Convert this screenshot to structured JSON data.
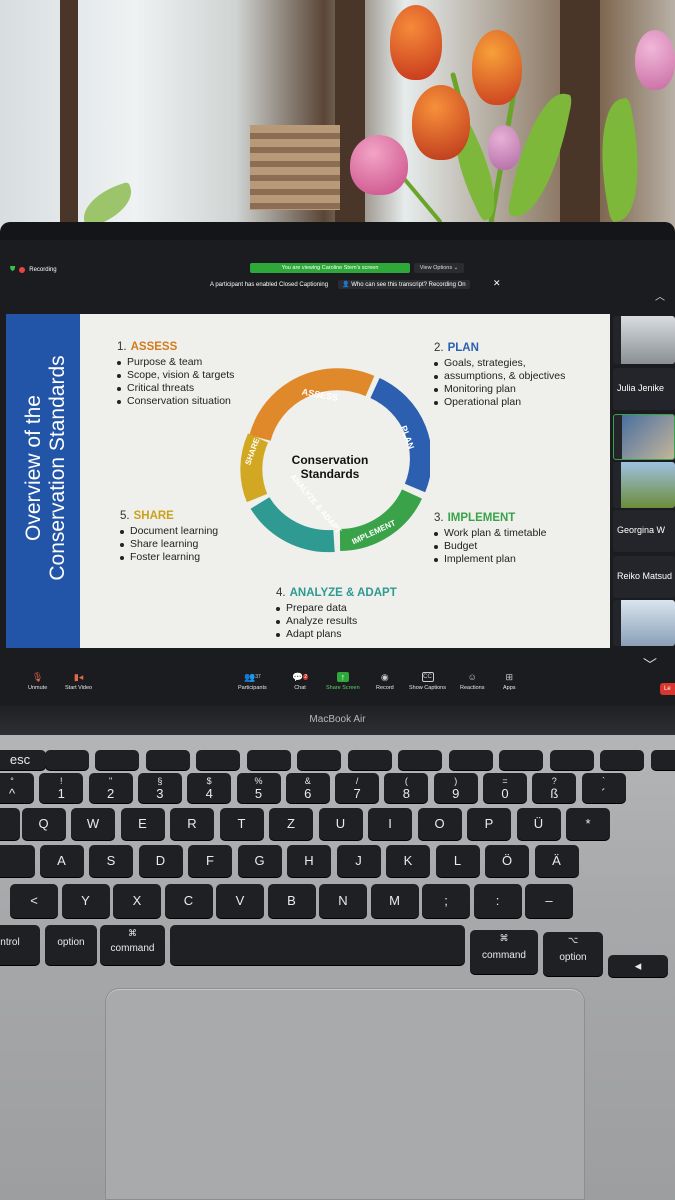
{
  "meeting": {
    "recording_label": "Recording",
    "viewing_banner": "You are viewing Caroline Stem's screen",
    "view_options": "View Options",
    "cc_notice": "A participant has enabled Closed Captioning",
    "cc_transcript": "Who can see this transcript? Recording On",
    "close_glyph": "✕"
  },
  "slide": {
    "title_line1": "Overview of the",
    "title_line2": "Conservation Standards",
    "center_line1": "Conservation",
    "center_line2": "Standards",
    "arc_labels": [
      "ASSESS",
      "PLAN",
      "IMPLEMENT",
      "ANALYZE & ADAPT",
      "SHARE"
    ],
    "sections": {
      "assess": {
        "num": "1.",
        "title": "ASSESS",
        "items": [
          "Purpose & team",
          "Scope, vision & targets",
          "Critical threats",
          "Conservation situation"
        ]
      },
      "plan": {
        "num": "2.",
        "title": "PLAN",
        "items": [
          "Goals, strategies,",
          "assumptions, & objectives",
          "Monitoring plan",
          "Operational plan"
        ]
      },
      "implement": {
        "num": "3.",
        "title": "IMPLEMENT",
        "items": [
          "Work plan & timetable",
          "Budget",
          "Implement plan"
        ]
      },
      "analyze": {
        "num": "4.",
        "title": "ANALYZE & ADAPT",
        "items": [
          "Prepare data",
          "Analyze results",
          "Adapt plans"
        ]
      },
      "share": {
        "num": "5.",
        "title": "SHARE",
        "items": [
          "Document learning",
          "Share learning",
          "Foster learning"
        ]
      }
    },
    "colors": {
      "assess": "#d37a1d",
      "plan": "#2c5fb0",
      "implement": "#3aa34a",
      "analyze": "#2e9a92",
      "share": "#c9a21b",
      "sidebar": "#2254a8"
    }
  },
  "participants": [
    "Julia Jenike",
    "Georgina W",
    "Reiko Matsud"
  ],
  "toolbar": {
    "unmute": "Unmute",
    "start_video": "Start Video",
    "participants": "Participants",
    "participants_count": "37",
    "chat": "Chat",
    "chat_badge": "2",
    "share_screen": "Share Screen",
    "record": "Record",
    "show_captions": "Show Captions",
    "reactions": "Reactions",
    "apps": "Apps",
    "leave": "Le"
  },
  "laptop": {
    "brand": "MacBook Air"
  },
  "keyboard": {
    "row0": [
      "esc",
      "",
      "",
      "",
      "",
      "",
      "",
      "",
      "",
      "",
      "",
      "",
      "",
      ""
    ],
    "row1": [
      [
        "^",
        "°"
      ],
      [
        "1",
        "!"
      ],
      [
        "2",
        "\""
      ],
      [
        "3",
        "§"
      ],
      [
        "4",
        "$"
      ],
      [
        "5",
        "%"
      ],
      [
        "6",
        "&"
      ],
      [
        "7",
        "/"
      ],
      [
        "8",
        "("
      ],
      [
        "9",
        ")"
      ],
      [
        "0",
        "="
      ],
      [
        "ß",
        "?"
      ],
      [
        "´",
        "`"
      ]
    ],
    "row2": [
      "",
      "Q",
      "W",
      "E",
      "R",
      "T",
      "Z",
      "U",
      "I",
      "O",
      "P",
      "Ü",
      "*"
    ],
    "row3": [
      "",
      "A",
      "S",
      "D",
      "F",
      "G",
      "H",
      "J",
      "K",
      "L",
      "Ö",
      "Ä"
    ],
    "row4": [
      "<",
      "Y",
      "X",
      "C",
      "V",
      "B",
      "N",
      "M",
      ";",
      ":",
      "–"
    ],
    "mods": {
      "control": "ntrol",
      "option_l": "option",
      "command_l": "command",
      "command_r": "command",
      "option_r": "option",
      "cmd_glyph": "⌘",
      "opt_glyph": "⌥"
    }
  }
}
